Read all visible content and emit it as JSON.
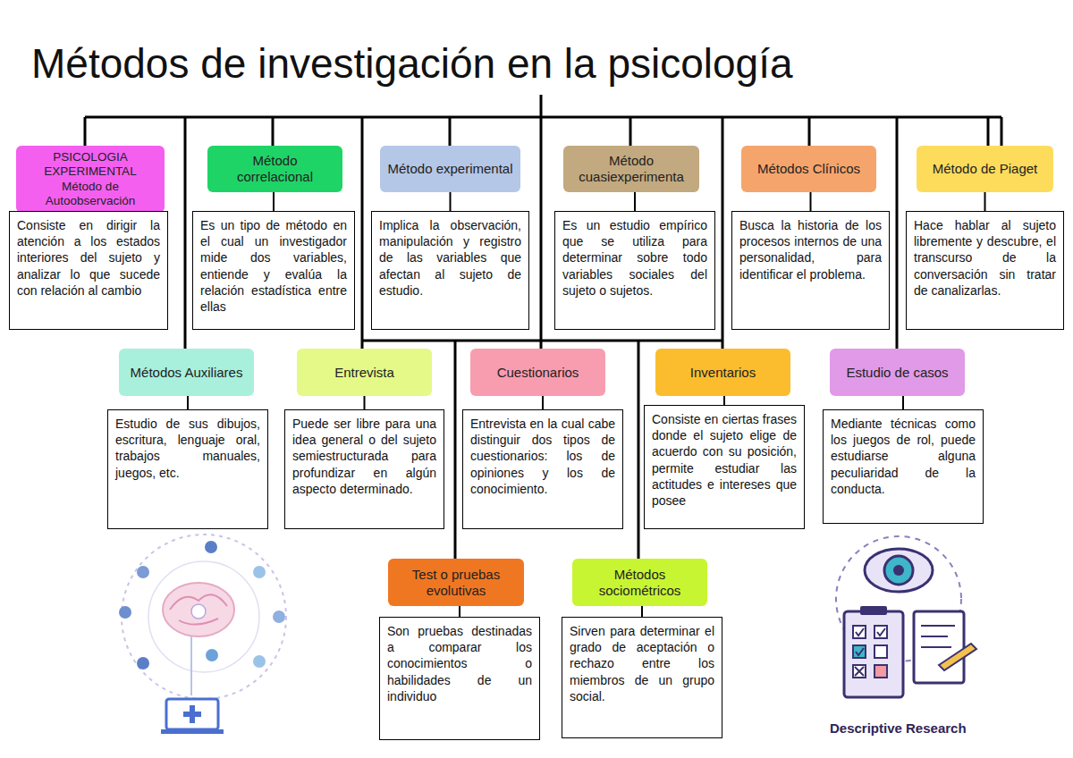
{
  "diagram": {
    "title": "Métodos de investigación en la psicología",
    "nodes": [
      {
        "text": [
          "PSICOLOGIA EXPERIMENTAL",
          "Método de Autoobservación"
        ]
      },
      {
        "text": [
          "Consiste en dirigir la atención a los estados interiores del sujeto y analizar lo que sucede con relación al cambio"
        ]
      },
      {
        "text": [
          "Método correlacional"
        ]
      },
      {
        "text": [
          "Es un tipo de método en el cual un investigador mide dos variables, entiende y evalúa la relación estadística entre ellas"
        ]
      },
      {
        "text": [
          "Método experimental"
        ]
      },
      {
        "text": [
          "Implica la observación, manipulación y registro de las variables que afectan al sujeto de estudio."
        ]
      },
      {
        "text": [
          "Método cuasiexperimenta"
        ]
      },
      {
        "text": [
          "Es un estudio empírico que se utiliza para determinar sobre todo variables sociales del sujeto o sujetos."
        ]
      },
      {
        "text": [
          "Métodos Clínicos"
        ]
      },
      {
        "text": [
          "Busca la historia de los procesos internos de una personalidad, para identificar el problema."
        ]
      },
      {
        "text": [
          "Método de Piaget"
        ]
      },
      {
        "text": [
          "Hace hablar al sujeto libremente y descubre, el transcurso de la conversación sin tratar de canalizarlas."
        ]
      },
      {
        "text": [
          "Métodos Auxiliares"
        ]
      },
      {
        "text": [
          "Estudio de sus dibujos, escritura, lenguaje oral, trabajos manuales, juegos, etc."
        ]
      },
      {
        "text": [
          "Entrevista"
        ]
      },
      {
        "text": [
          "Puede ser libre para una idea general o del sujeto semiestructurada para profundizar en algún aspecto determinado."
        ]
      },
      {
        "text": [
          "Cuestionarios"
        ]
      },
      {
        "text": [
          "Entrevista en la cual cabe distinguir dos tipos de cuestionarios: los de opiniones y los de conocimiento."
        ]
      },
      {
        "text": [
          "Inventarios"
        ]
      },
      {
        "text": [
          "Consiste en ciertas frases donde el sujeto elige de acuerdo con su posición, permite estudiar las actitudes e intereses que posee"
        ]
      },
      {
        "text": [
          "Estudio de casos"
        ]
      },
      {
        "text": [
          "Mediante técnicas como los juegos de rol, puede estudiarse alguna peculiaridad de la conducta."
        ]
      },
      {
        "text": [
          "Test o pruebas evolutivas"
        ]
      },
      {
        "text": [
          "Son pruebas destinadas a comparar los conocimientos o habilidades de un individuo"
        ]
      },
      {
        "text": [
          "Métodos sociométricos"
        ]
      },
      {
        "text": [
          "Sirven para determinar el grado de aceptación o rechazo entre los miembros de un grupo social."
        ]
      }
    ],
    "edges": [
      {
        "from": 0,
        "to": 1,
        "arrow": "none"
      },
      {
        "from": 2,
        "to": 3,
        "arrow": "none"
      },
      {
        "from": 4,
        "to": 5,
        "arrow": "none"
      },
      {
        "from": 6,
        "to": 7,
        "arrow": "none"
      },
      {
        "from": 8,
        "to": 9,
        "arrow": "none"
      },
      {
        "from": 10,
        "to": 11,
        "arrow": "none"
      },
      {
        "from": 12,
        "to": 13,
        "arrow": "none"
      },
      {
        "from": 14,
        "to": 15,
        "arrow": "none"
      },
      {
        "from": 16,
        "to": 17,
        "arrow": "none"
      },
      {
        "from": 18,
        "to": 19,
        "arrow": "none"
      },
      {
        "from": 20,
        "to": 21,
        "arrow": "none"
      },
      {
        "from": 22,
        "to": 23,
        "arrow": "none"
      },
      {
        "from": 24,
        "to": 25,
        "arrow": "none"
      }
    ],
    "labels": [
      "Descriptive Research"
    ]
  }
}
